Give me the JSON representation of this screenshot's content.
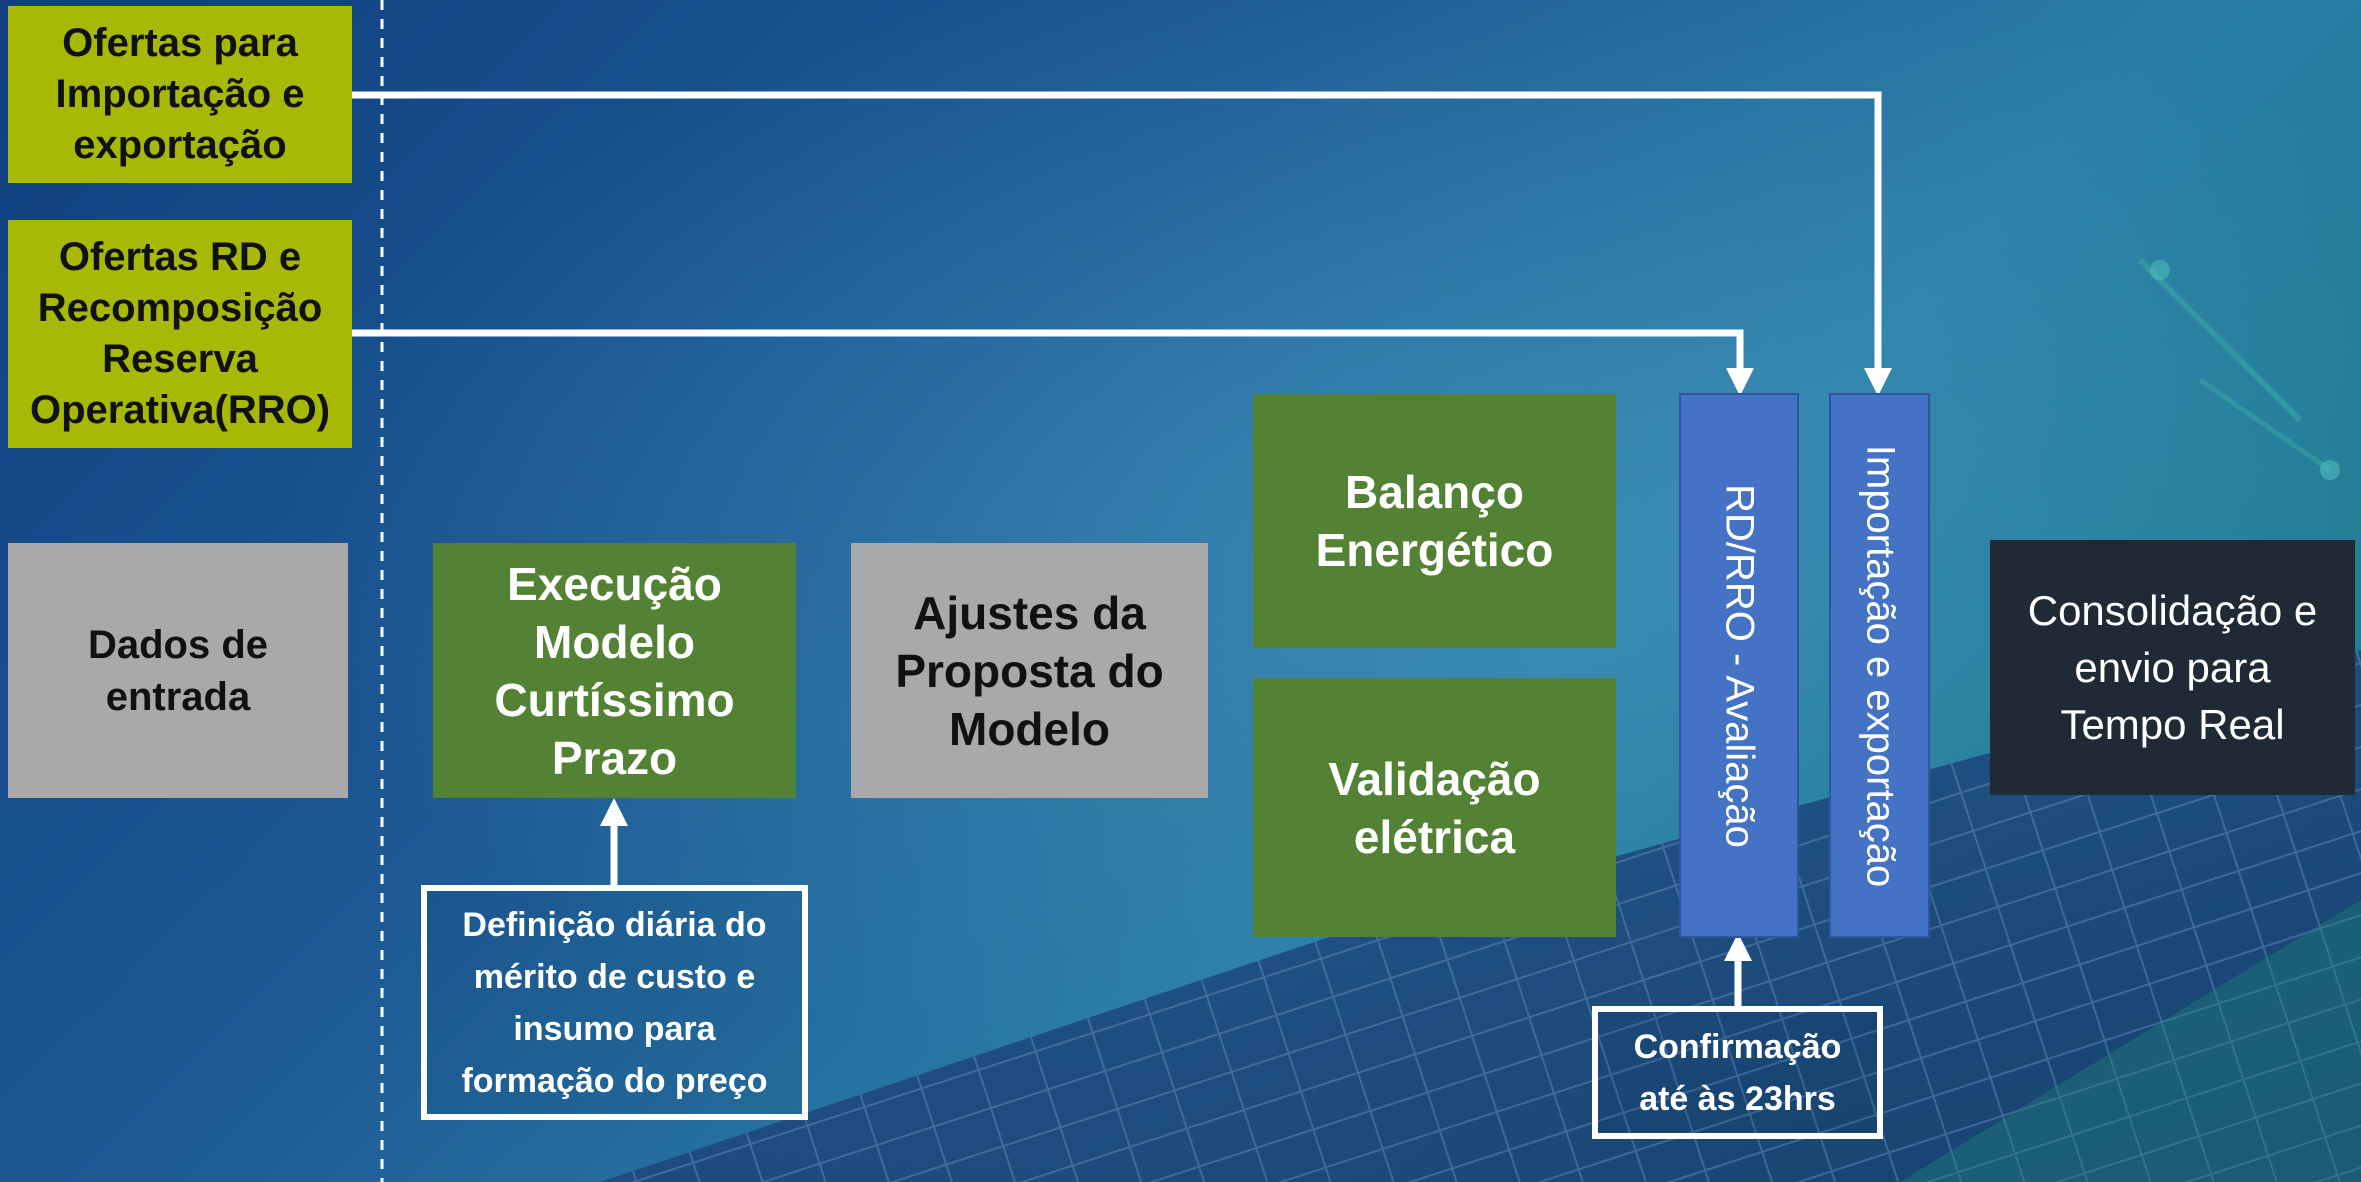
{
  "boxes": {
    "ofertas_importacao": "Ofertas para\nImportação e\nexportação",
    "ofertas_rd": "Ofertas RD e\nRecomposição\nReserva\nOperativa(RRO)",
    "dados_entrada": "Dados de\nentrada",
    "execucao_modelo": "Execução\nModelo\nCurtíssimo\nPrazo",
    "ajustes_proposta": "Ajustes da\nProposta do\nModelo",
    "balanco_energetico": "Balanço\nEnergético",
    "validacao_eletrica": "Validação\nelétrica",
    "rd_rro_avaliacao": "RD/RRO - Avaliação",
    "importacao_exportacao": "Importação e exportação",
    "consolidacao": "Consolidação e\nenvio para\nTempo Real",
    "definicao_diaria": "Definição diária do\nmérito de custo e\ninsumo para\nformação do preço",
    "confirmacao": "Confirmação\naté às 23hrs"
  },
  "colors": {
    "lime": "#a7b807",
    "grey": "#a9a9a9",
    "green": "#548235",
    "blue": "#4472c4",
    "navy": "#1f2a36",
    "arrow": "#ffffff"
  }
}
